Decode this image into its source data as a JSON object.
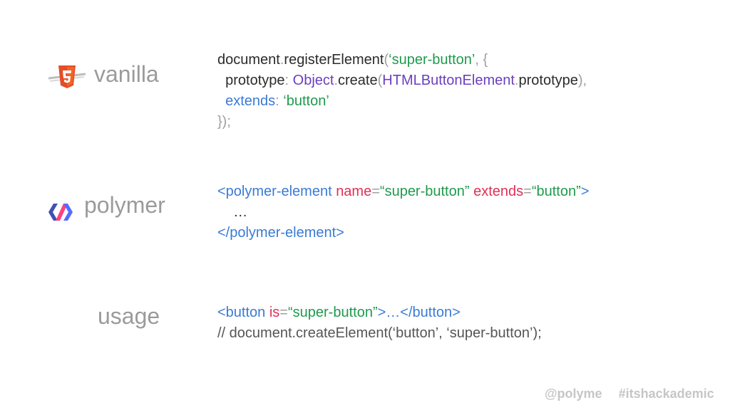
{
  "rows": {
    "vanilla": {
      "label": "vanilla",
      "icon": "html5-shield-icon"
    },
    "polymer": {
      "label": "polymer",
      "icon": "polymer-logo-icon"
    },
    "usage": {
      "label": "usage"
    }
  },
  "code": {
    "vanilla": [
      [
        {
          "t": "document",
          "c": "plain"
        },
        {
          "t": ".",
          "c": "punct"
        },
        {
          "t": "registerElement",
          "c": "plain"
        },
        {
          "t": "(",
          "c": "punct"
        },
        {
          "t": "‘super-button’",
          "c": "string"
        },
        {
          "t": ", {",
          "c": "punct"
        }
      ],
      [
        {
          "t": "  prototype",
          "c": "plain"
        },
        {
          "t": ": ",
          "c": "punct"
        },
        {
          "t": "Object",
          "c": "purple"
        },
        {
          "t": ".",
          "c": "punct"
        },
        {
          "t": "create",
          "c": "plain"
        },
        {
          "t": "(",
          "c": "punct"
        },
        {
          "t": "HTMLButtonElement",
          "c": "purple"
        },
        {
          "t": ".",
          "c": "punct"
        },
        {
          "t": "prototype",
          "c": "plain"
        },
        {
          "t": "),",
          "c": "punct"
        }
      ],
      [
        {
          "t": "  extends",
          "c": "blue"
        },
        {
          "t": ": ",
          "c": "punct"
        },
        {
          "t": "‘button’",
          "c": "string"
        }
      ],
      [
        {
          "t": "});",
          "c": "punct"
        }
      ]
    ],
    "polymer": [
      [
        {
          "t": "<polymer-element ",
          "c": "blue"
        },
        {
          "t": "name",
          "c": "pink"
        },
        {
          "t": "=",
          "c": "punct"
        },
        {
          "t": "“super-button”",
          "c": "string"
        },
        {
          "t": " ",
          "c": "plain"
        },
        {
          "t": "extends",
          "c": "pink"
        },
        {
          "t": "=",
          "c": "punct"
        },
        {
          "t": "“button”",
          "c": "string"
        },
        {
          "t": ">",
          "c": "blue"
        }
      ],
      [
        {
          "t": "    …",
          "c": "plain"
        }
      ],
      [
        {
          "t": "</polymer-element>",
          "c": "blue"
        }
      ]
    ],
    "usage": [
      [
        {
          "t": "<button ",
          "c": "blue"
        },
        {
          "t": "is",
          "c": "pink"
        },
        {
          "t": "=",
          "c": "punct"
        },
        {
          "t": "“super-button”",
          "c": "string"
        },
        {
          "t": ">…</button>",
          "c": "blue"
        }
      ],
      [
        {
          "t": "// document.createElement(‘button’, ‘super-button’);",
          "c": "comment"
        }
      ]
    ]
  },
  "footer": {
    "handle": "@polyme",
    "hashtag": "#itshackademic"
  },
  "colors": {
    "label": "#9b9b9b",
    "string": "#1f9a4d",
    "purple": "#6a3fbf",
    "blue": "#3a7bd5",
    "pink": "#e03058",
    "punct": "#a0a0a0"
  }
}
